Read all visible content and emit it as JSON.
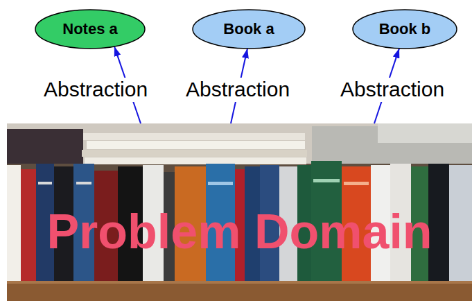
{
  "diagram": {
    "nodes": [
      {
        "text": [
          "Notes a"
        ]
      },
      {
        "text": [
          "Book a"
        ]
      },
      {
        "text": [
          "Book b"
        ]
      },
      {
        "text": [
          "Problem Domain"
        ]
      }
    ],
    "edges": [
      {
        "from": 3,
        "to": 0,
        "arrow": "to",
        "label": "Abstraction"
      },
      {
        "from": 3,
        "to": 1,
        "arrow": "to",
        "label": "Abstraction"
      },
      {
        "from": 3,
        "to": 2,
        "arrow": "to",
        "label": "Abstraction"
      }
    ]
  }
}
